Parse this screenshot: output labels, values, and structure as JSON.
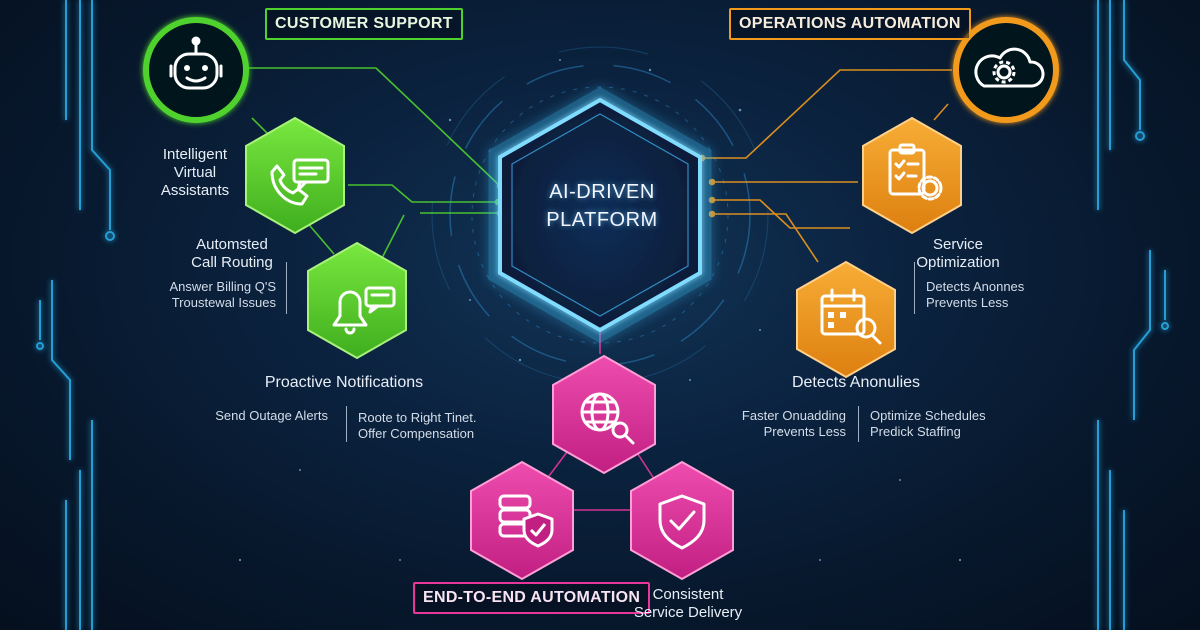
{
  "platform": {
    "line1": "AI-DRIVEN",
    "line2": "PLATFORM"
  },
  "sections": {
    "customer_support": "CUSTOMER SUPPORT",
    "operations_automation": "OPERATIONS AUTOMATION",
    "end_to_end_automation": "END-TO-END AUTOMATION"
  },
  "customer_support": {
    "virtual_assistants": [
      "Intelligent",
      "Virtual",
      "Assistants"
    ],
    "call_routing": [
      "Automsted",
      "Call Routing"
    ],
    "call_routing_details": [
      "Answer Billing Q'S",
      "Troustewal Issues"
    ],
    "proactive_notifications": "Proactive Notifications",
    "notification_details_left": [
      "Send Outage Alerts"
    ],
    "notification_details_right": [
      "Roote to Right Tinet.",
      "Offer Compensation"
    ]
  },
  "operations": {
    "service_optimization": [
      "Service",
      "Optimization"
    ],
    "service_details": [
      "Detects Anonnes",
      "Prevents Less"
    ],
    "detects_anomalies": "Detects Anonulies",
    "anomaly_details_left": [
      "Faster Onuadding",
      "Prevents Less"
    ],
    "anomaly_details_right": [
      "Optimize Schedules",
      "Predick Staffing"
    ]
  },
  "automation": {
    "consistent_delivery": [
      "Consistent",
      "Service Delivery"
    ]
  },
  "icons": {
    "robot": "robot-icon",
    "phone_chat": "phone-chat-icon",
    "bell_chat": "bell-chat-icon",
    "cloud_gear": "cloud-gear-icon",
    "checklist_gear": "checklist-gear-icon",
    "calendar_search": "calendar-search-icon",
    "globe_search": "globe-search-icon",
    "database_shield": "database-shield-icon",
    "shield_check": "shield-check-icon"
  },
  "colors": {
    "green": "#4fd22d",
    "orange": "#f29a1c",
    "pink": "#e8369c",
    "cyan": "#3fc8ff",
    "background": "#07172b"
  }
}
